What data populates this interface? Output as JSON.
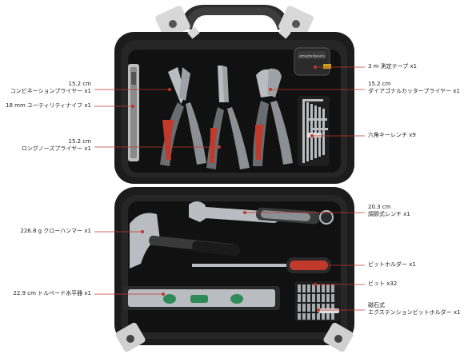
{
  "labels_left": [
    {
      "lines": [
        "15.2 cm",
        "コンビネーションプライヤー x1"
      ]
    },
    {
      "lines": [
        "18 mm ユーティリティナイフ x1"
      ]
    },
    {
      "lines": [
        "15.2 cm",
        "ロングノーズプライヤー x1"
      ]
    },
    {
      "lines": [
        "226.8 g クローハンマー x1"
      ]
    },
    {
      "lines": [
        "22.9 cm トルペード水平器 x1"
      ]
    }
  ],
  "labels_right": [
    {
      "lines": [
        "3 m 測定テープ x1"
      ]
    },
    {
      "lines": [
        "15.2 cm",
        "ダイアゴナルカッタープライヤー x1"
      ]
    },
    {
      "lines": [
        "六角キーレンチ x9"
      ]
    },
    {
      "lines": [
        "20.3 cm",
        "調節式レンチ x1"
      ]
    },
    {
      "lines": [
        "ビットホルダー x1"
      ]
    },
    {
      "lines": [
        "ビット x32"
      ]
    },
    {
      "lines": [
        "磁石式",
        "エクステンションビットホルダー x1"
      ]
    }
  ],
  "tape_brand": "amazonbasics",
  "colors": {
    "case": "#1c1c1c",
    "case_edge": "#2a2a2a",
    "tray": "#111111",
    "metal": "#b9bcc0",
    "grip_grey": "#8c8f93",
    "accent_red": "#c0392b",
    "level_green": "#2e8b57",
    "leader": "#c0392b"
  }
}
